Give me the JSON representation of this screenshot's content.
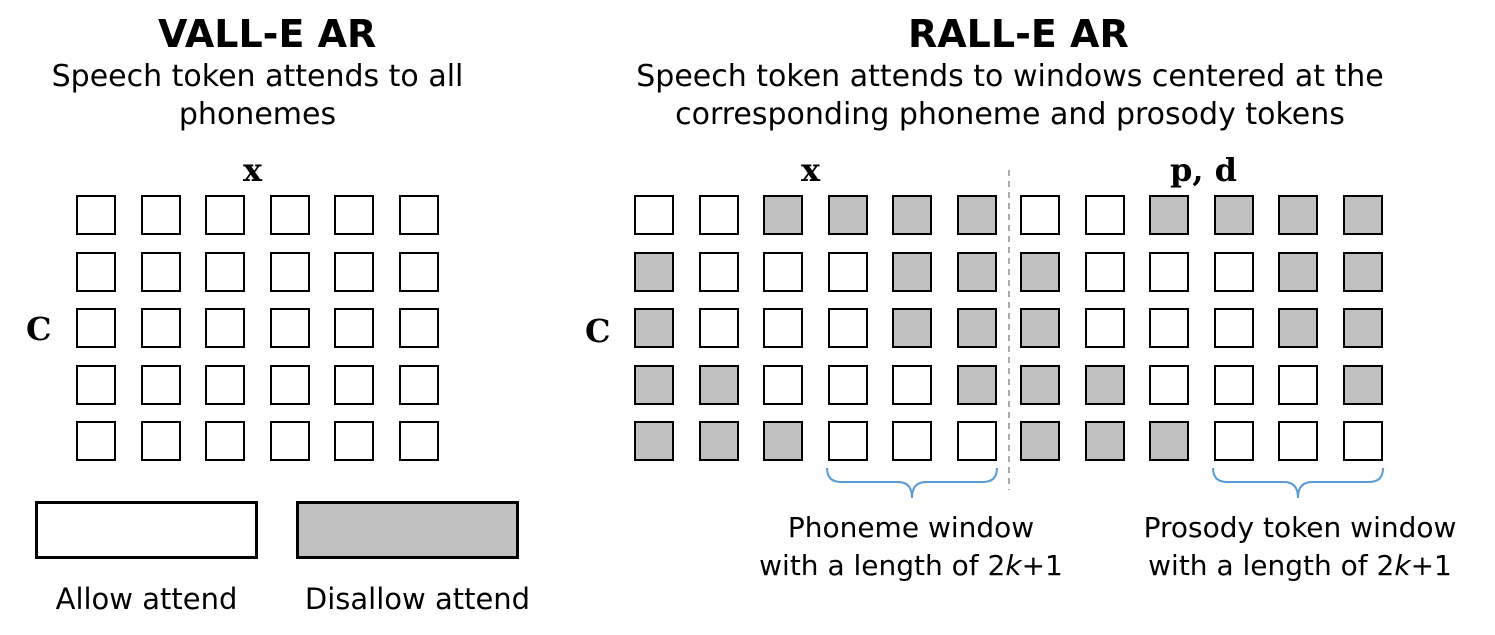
{
  "left": {
    "title": "VALL-E AR",
    "subtitle_line1": "Speech token attends to all",
    "subtitle_line2": "phonemes",
    "col_label": "x",
    "row_label": "C",
    "grid": [
      [
        0,
        0,
        0,
        0,
        0,
        0
      ],
      [
        0,
        0,
        0,
        0,
        0,
        0
      ],
      [
        0,
        0,
        0,
        0,
        0,
        0
      ],
      [
        0,
        0,
        0,
        0,
        0,
        0
      ],
      [
        0,
        0,
        0,
        0,
        0,
        0
      ]
    ]
  },
  "right": {
    "title": "RALL-E AR",
    "subtitle_line1": "Speech token attends to windows centered at the",
    "subtitle_line2": "corresponding phoneme and prosody tokens",
    "col_label_phoneme": "x",
    "col_label_prosody": "p, d",
    "row_label": "C",
    "phoneme_grid": [
      [
        0,
        0,
        1,
        1,
        1,
        1
      ],
      [
        1,
        0,
        0,
        0,
        1,
        1
      ],
      [
        1,
        0,
        0,
        0,
        1,
        1
      ],
      [
        1,
        1,
        0,
        0,
        0,
        1
      ],
      [
        1,
        1,
        1,
        0,
        0,
        0
      ]
    ],
    "prosody_grid": [
      [
        0,
        0,
        1,
        1,
        1,
        1
      ],
      [
        1,
        0,
        0,
        0,
        1,
        1
      ],
      [
        1,
        0,
        0,
        0,
        1,
        1
      ],
      [
        1,
        1,
        0,
        0,
        0,
        1
      ],
      [
        1,
        1,
        1,
        0,
        0,
        0
      ]
    ],
    "phoneme_caption_line1": "Phoneme window",
    "phoneme_caption_line2_prefix": "with a length of 2",
    "phoneme_caption_var": "k",
    "phoneme_caption_suffix": "+1",
    "prosody_caption_line1": "Prosody token window",
    "prosody_caption_line2_prefix": "with a length of 2",
    "prosody_caption_var": "k",
    "prosody_caption_suffix": "+1"
  },
  "legend": {
    "allow_label": "Allow attend",
    "disallow_label": "Disallow attend"
  },
  "colors": {
    "disallowed_fill": "#c0c0c0",
    "brace": "#5b9bd5",
    "divider": "#aaaaaa"
  }
}
